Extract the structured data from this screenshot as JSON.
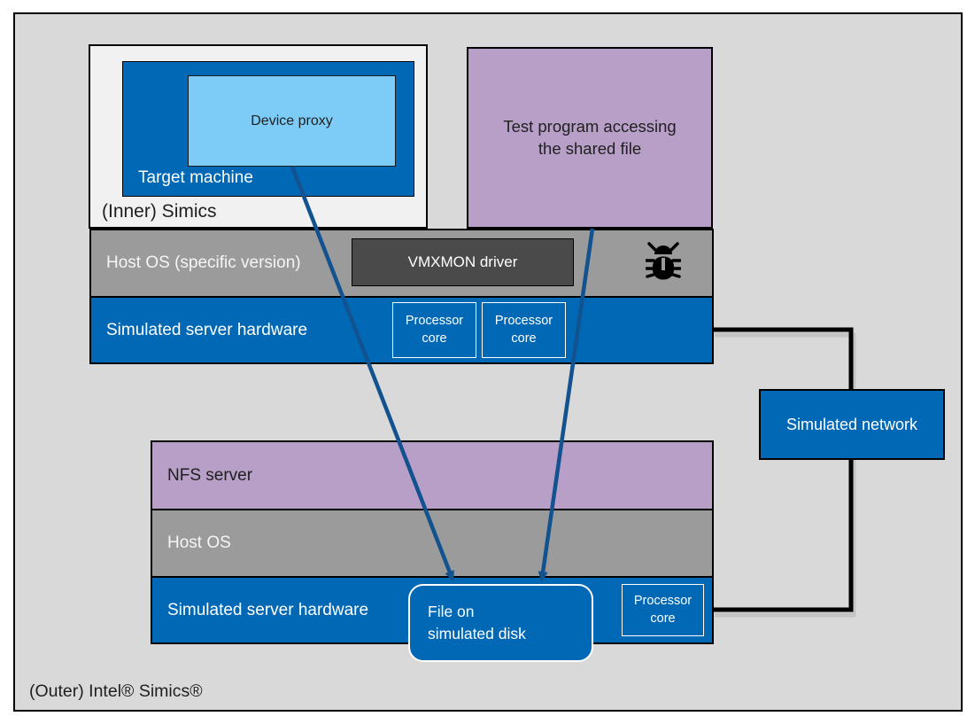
{
  "frame": {
    "outer_label": "(Outer) Intel® Simics®"
  },
  "inner_simics": {
    "label": "(Inner) Simics"
  },
  "target_machine": {
    "label": "Target machine"
  },
  "device_proxy": {
    "label": "Device proxy"
  },
  "test_program": {
    "label": "Test program accessing\nthe shared file"
  },
  "upper_stack": {
    "host_os_label": "Host OS (specific version)",
    "vmxmon_label": "VMXMON driver",
    "hardware_label": "Simulated server hardware",
    "cores": [
      "Processor\ncore",
      "Processor\ncore"
    ]
  },
  "network": {
    "label": "Simulated network"
  },
  "lower_stack": {
    "nfs_label": "NFS server",
    "host_os_label": "Host OS",
    "hardware_label": "Simulated server hardware",
    "file_label": "File on\nsimulated disk",
    "core_label": "Processor\ncore"
  },
  "icons": {
    "bug": "bug-icon"
  },
  "colors": {
    "intel_blue": "#0068b5",
    "light_blue": "#7cccf7",
    "purple": "#b89fc8",
    "gray_bar": "#9b9b9b",
    "dark_gray": "#4a4a4a",
    "canvas_gray": "#d9d9d9",
    "inner_panel": "#f1f1f1",
    "arrow_blue": "#11528f",
    "connector_black": "#000000"
  }
}
